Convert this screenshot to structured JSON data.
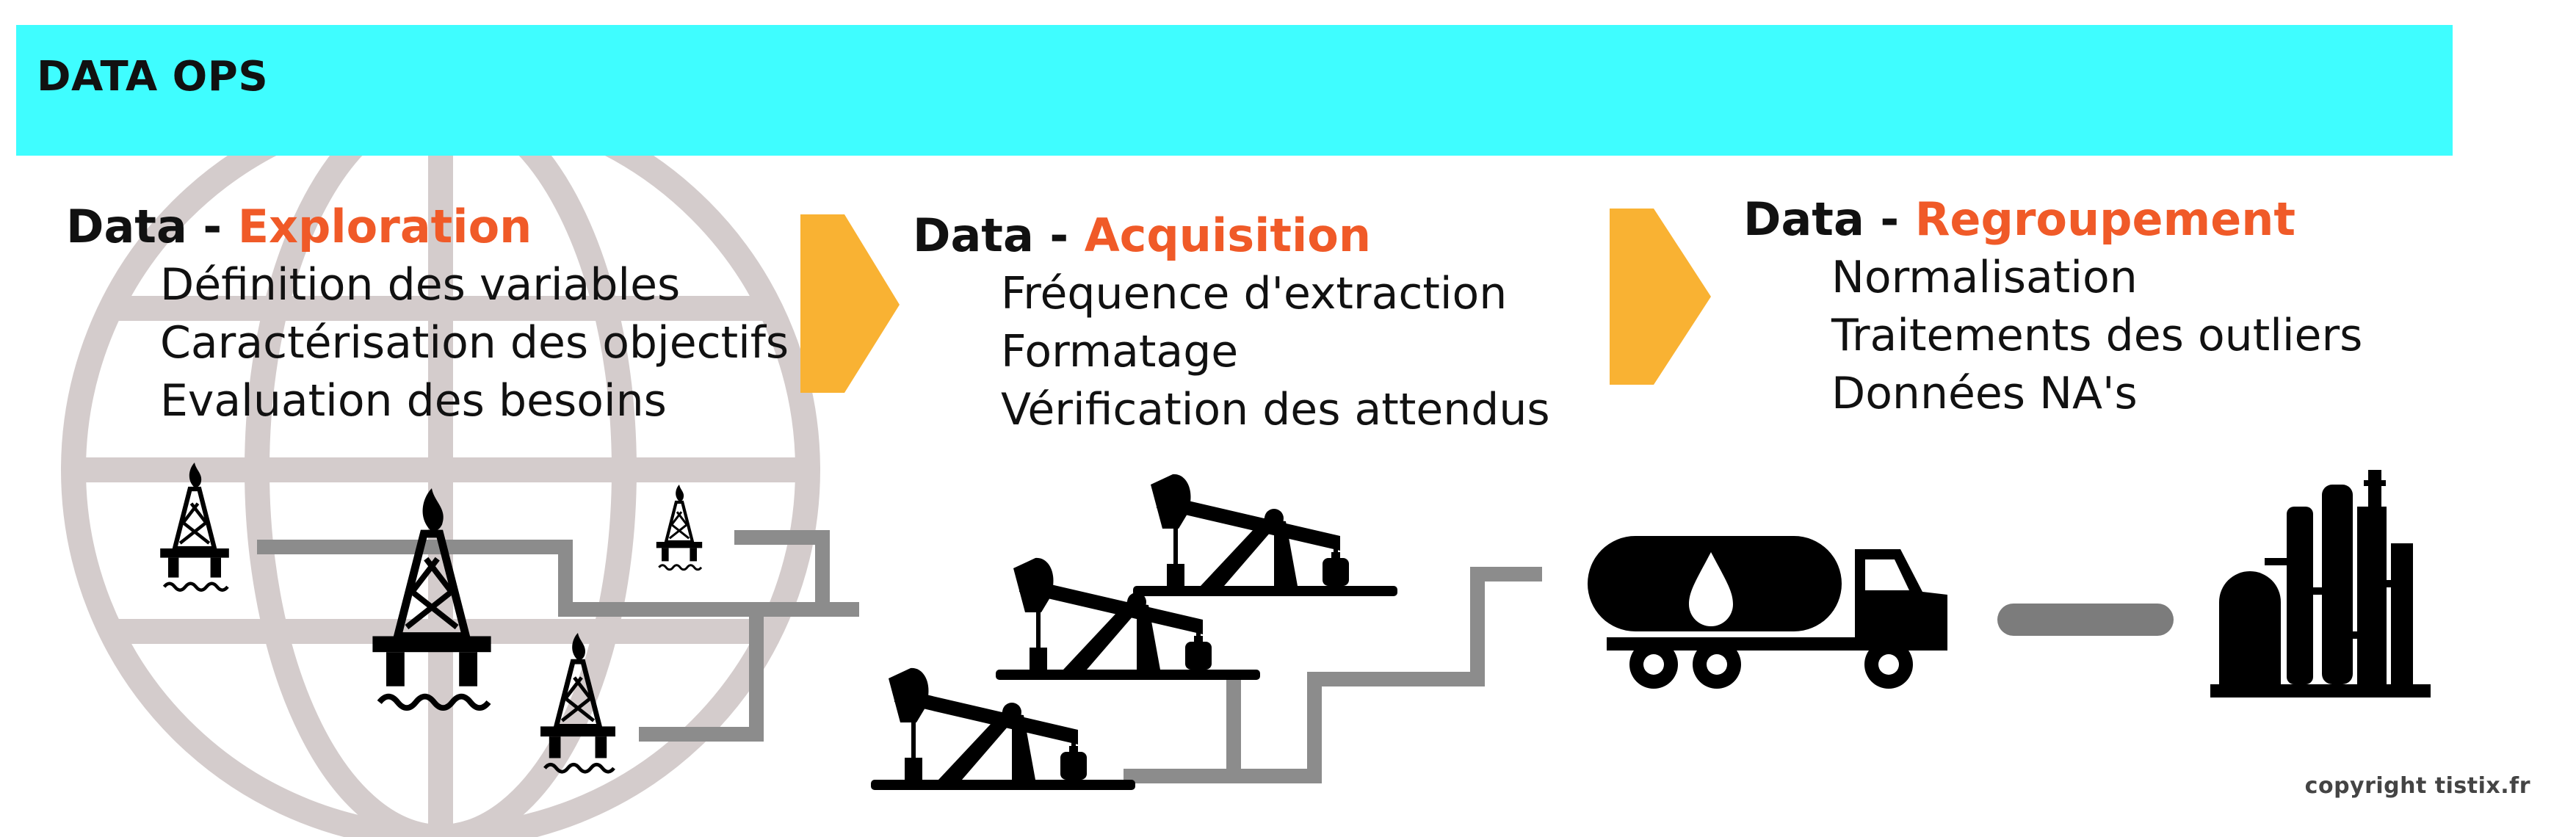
{
  "banner": {
    "title": "DATA OPS"
  },
  "steps": [
    {
      "prefix": "Data - ",
      "accent": "Exploration",
      "items": [
        "Définition des variables",
        "Caractérisation des objectifs",
        "Evaluation des besoins"
      ]
    },
    {
      "prefix": "Data - ",
      "accent": "Acquisition",
      "items": [
        "Fréquence d'extraction",
        "Formatage",
        "Vérification des attendus"
      ]
    },
    {
      "prefix": "Data - ",
      "accent": "Regroupement",
      "items": [
        "Normalisation",
        "Traitements des outliers",
        "Données NA's"
      ]
    }
  ],
  "icons": [
    "globe-icon",
    "oil-rig-icon",
    "arrow-right-icon",
    "pumpjack-icon",
    "pipe-connector-icon",
    "tanker-truck-icon",
    "oil-drop-icon",
    "refinery-icon"
  ],
  "colors": {
    "banner": "#3ffdff",
    "accent": "#f05a28",
    "arrow": "#f9b233",
    "globe": "#d4cccc",
    "pipe": "#8c8c8c",
    "icon": "#000000"
  },
  "footer": {
    "copyright": "copyright tistix.fr"
  }
}
